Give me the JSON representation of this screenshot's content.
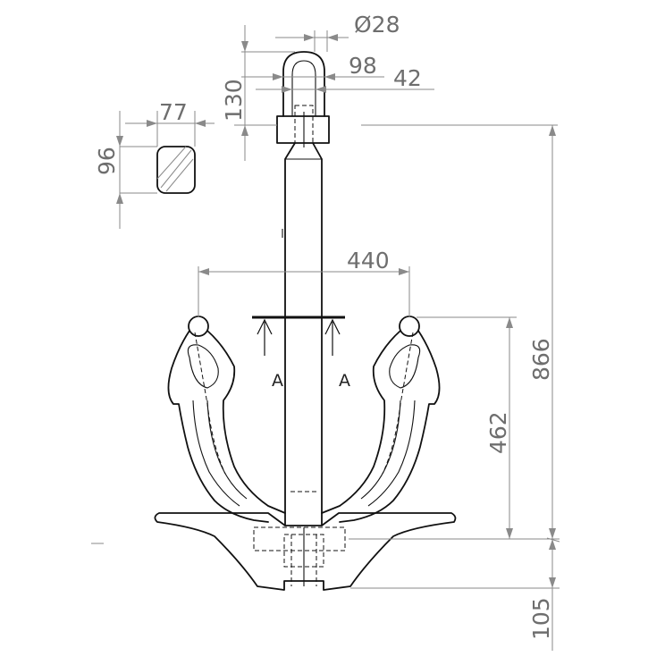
{
  "dimensions": {
    "shackle_pin_diameter": "Ø28",
    "shackle_width": "98",
    "shackle_inner": "42",
    "shackle_height": "130",
    "section_width": "77",
    "section_height": "96",
    "fluke_span": "440",
    "fluke_height": "462",
    "overall_height": "866",
    "crown_depth": "105"
  },
  "section_markers": {
    "left": "A",
    "right": "A"
  }
}
